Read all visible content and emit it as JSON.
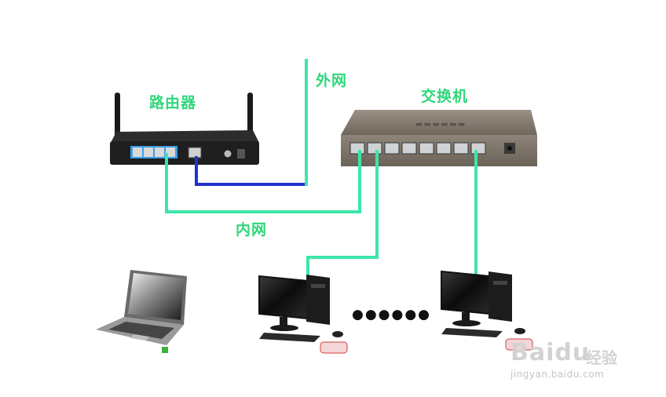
{
  "labels": {
    "router": "路由器",
    "wan": "外网",
    "switch": "交换机",
    "lan": "内网"
  },
  "ellipsis": "●●●●●●",
  "watermark": {
    "brand": "Baidu",
    "brand_cn": "经验",
    "url": "jingyan.baidu.com"
  },
  "colors": {
    "wire_green": "#3de6a8",
    "wire_blue": "#2233cc",
    "label_green": "#2fd67a",
    "switch_body": "#8a7f73",
    "router_body": "#1f1f1f",
    "port_accent": "#3aa0e8"
  }
}
